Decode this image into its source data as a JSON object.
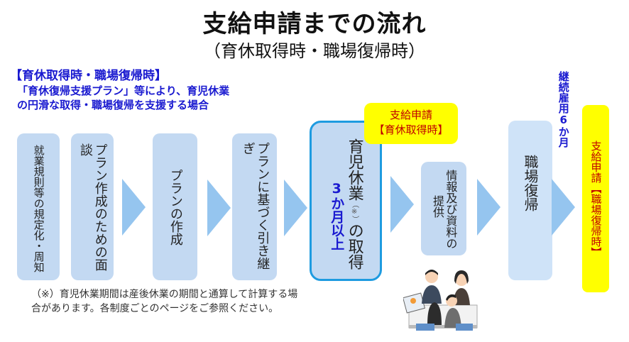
{
  "title": "支給申請までの流れ",
  "subtitle": "（育休取得時・職場復帰時）",
  "section": {
    "heading": "【育休取得時・職場復帰時】",
    "description_line1": "「育休復帰支援プラン」等により、育児休業",
    "description_line2": "の円滑な取得・職場復帰を支援する場合"
  },
  "steps": [
    {
      "label": "就業規則等の規定化・周知"
    },
    {
      "label": "プラン作成のための面談"
    },
    {
      "label": "プランの作成"
    },
    {
      "label": "プランに基づく引き継ぎ"
    },
    {
      "label_part1": "育児休業",
      "note_mark": "（※）",
      "label_part2": "の取得",
      "emphasis": "3か月以上"
    },
    {
      "label_col1": "情報及び資料の",
      "label_col2": "提供"
    },
    {
      "label": "職場復帰"
    }
  ],
  "badge_leave": {
    "line1": "支給申請",
    "line2": "【育休取得時】"
  },
  "continued_employment": "継続雇用6か月",
  "final_step": {
    "label": "支給申請【職場復帰時】"
  },
  "footnote": {
    "line1": "（※）育児休業期間は産後休業の期間と通算して計算する場",
    "line2": "合があります。各制度ごとのページをご参照ください。"
  },
  "illustration": {
    "icon": "meeting-people-illustration"
  },
  "colors": {
    "step_box": "#c3d9f2",
    "arrow": "#95c5ef",
    "highlight_border": "#1e9be0",
    "badge_bg": "#ffff00",
    "badge_text": "#c00000",
    "accent_text": "#1a1ad0"
  }
}
